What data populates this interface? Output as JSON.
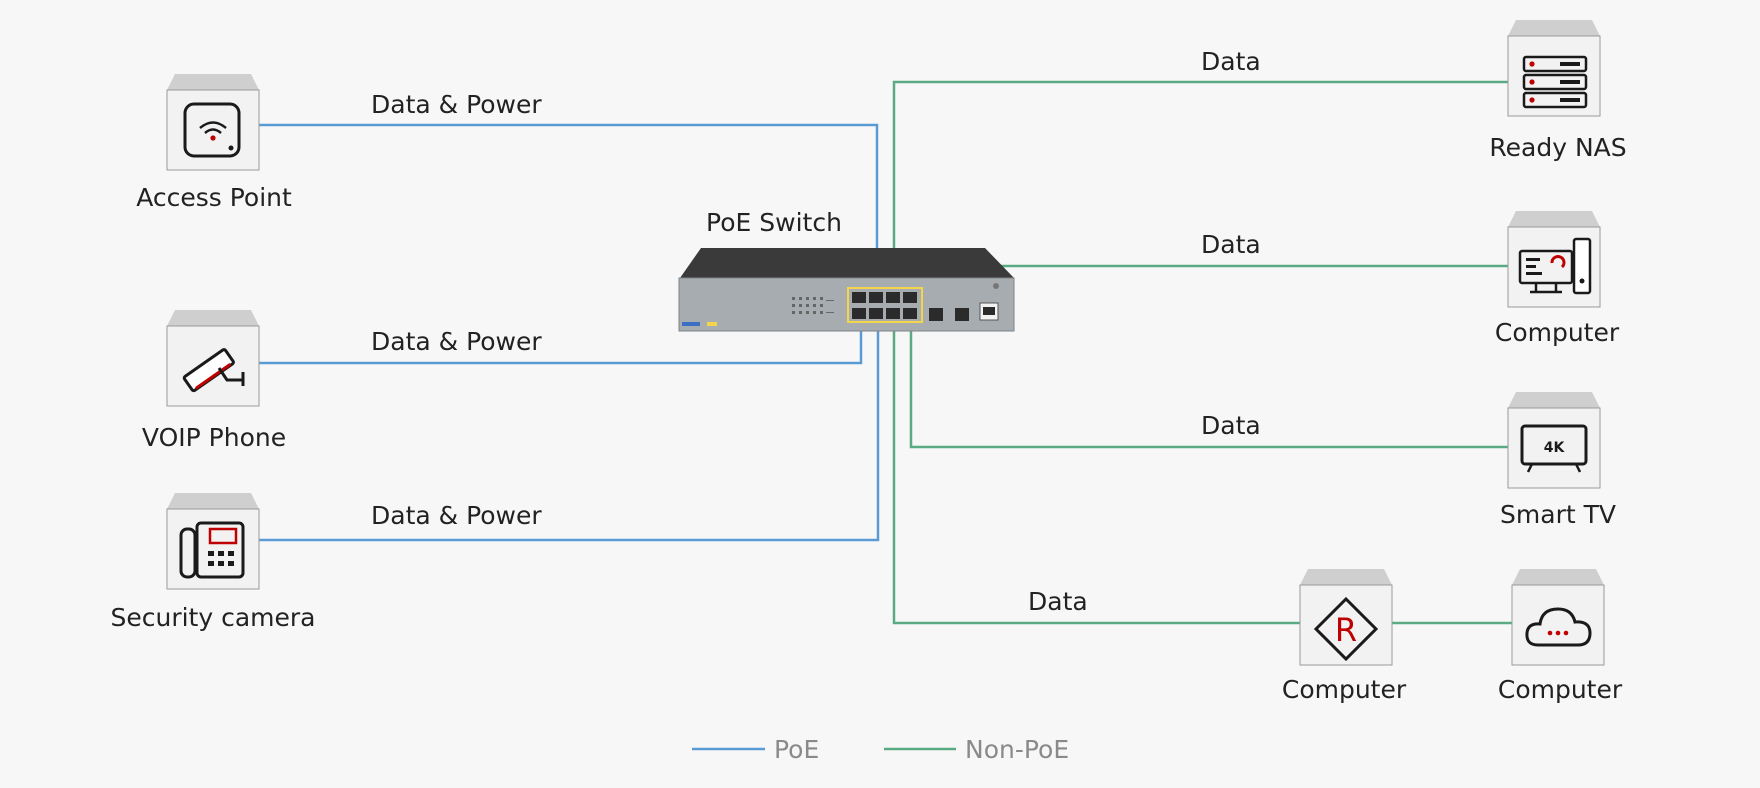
{
  "colors": {
    "poe": "#5b9bd5",
    "non_poe": "#5aaa84",
    "accent_red": "#c00000",
    "box_face": "#f2f2f2",
    "box_top": "#cfcfcf"
  },
  "switch": {
    "label": "PoE Switch"
  },
  "poe_devices": [
    {
      "name": "Access Point",
      "icon": "wifi-router-icon",
      "link_label": "Data & Power"
    },
    {
      "name": "VOIP Phone",
      "icon": "camera-icon",
      "link_label": "Data & Power"
    },
    {
      "name": "Security camera",
      "icon": "desk-phone-icon",
      "link_label": "Data & Power"
    }
  ],
  "data_devices": [
    {
      "name": "Ready NAS",
      "icon": "server-rack-icon",
      "link_label": "Data"
    },
    {
      "name": "Computer",
      "icon": "desktop-computer-icon",
      "link_label": "Data"
    },
    {
      "name": "Smart TV",
      "icon": "tv-4k-icon",
      "link_label": "Data",
      "screen_text": "4K"
    },
    {
      "name": "Computer",
      "icon": "router-icon",
      "link_label": "Data",
      "icon_text": "R"
    },
    {
      "name": "Computer",
      "icon": "cloud-icon"
    }
  ],
  "legend": [
    {
      "label": "PoE",
      "color_key": "poe"
    },
    {
      "label": "Non-PoE",
      "color_key": "non_poe"
    }
  ]
}
